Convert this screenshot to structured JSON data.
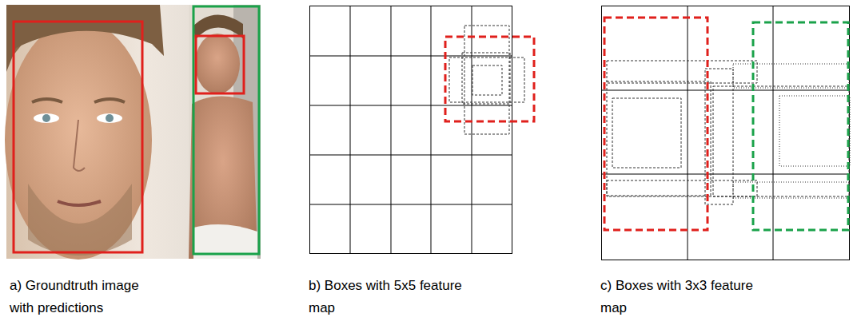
{
  "diagram": {
    "labels": [
      "a) Groundtruth image with predictions",
      "b) Boxes with 5x5 feature map",
      "c) Boxes with 3x3 feature map"
    ]
  }
}
